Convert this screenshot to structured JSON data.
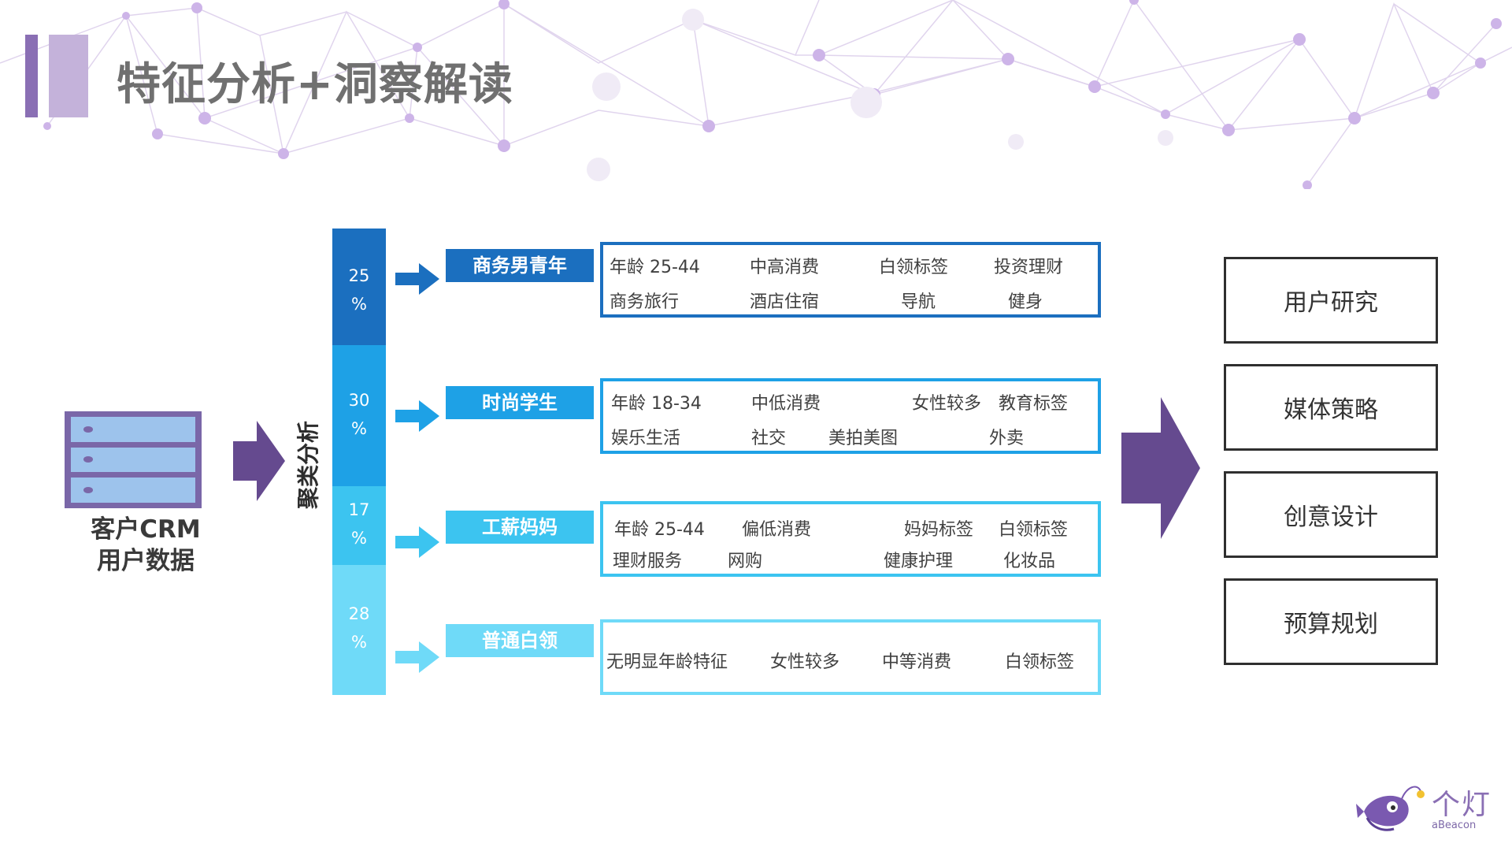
{
  "title": "特征分析+洞察解读",
  "source": {
    "line1": "客户CRM",
    "line2": "用户数据"
  },
  "cluster_label": "聚类分析",
  "colors": {
    "accent_purple": "#654a8f",
    "title_grey": "#707070"
  },
  "segments": [
    {
      "percent": "25",
      "percent_sign": "%",
      "name": "商务男青年",
      "tags": [
        "年龄 25-44",
        "中高消费",
        "白领标签",
        "投资理财",
        "商务旅行",
        "酒店住宿",
        "导航",
        "健身"
      ],
      "color": "#1b6fbf"
    },
    {
      "percent": "30",
      "percent_sign": "%",
      "name": "时尚学生",
      "tags": [
        "年龄 18-34",
        "中低消费",
        "女性较多",
        "教育标签",
        "娱乐生活",
        "社交",
        "美拍美图",
        "外卖"
      ],
      "color": "#1ea1e6"
    },
    {
      "percent": "17",
      "percent_sign": "%",
      "name": "工薪妈妈",
      "tags": [
        "年龄 25-44",
        "偏低消费",
        "妈妈标签",
        "白领标签",
        "理财服务",
        "网购",
        "健康护理",
        "化妆品"
      ],
      "color": "#3cc4f0"
    },
    {
      "percent": "28",
      "percent_sign": "%",
      "name": "普通白领",
      "tags": [
        "无明显年龄特征",
        "女性较多",
        "中等消费",
        "白领标签"
      ],
      "color": "#6fdaf8"
    }
  ],
  "outputs": [
    "用户研究",
    "媒体策略",
    "创意设计",
    "预算规划"
  ],
  "logo": {
    "cn": "个灯",
    "en": "aBeacon"
  }
}
